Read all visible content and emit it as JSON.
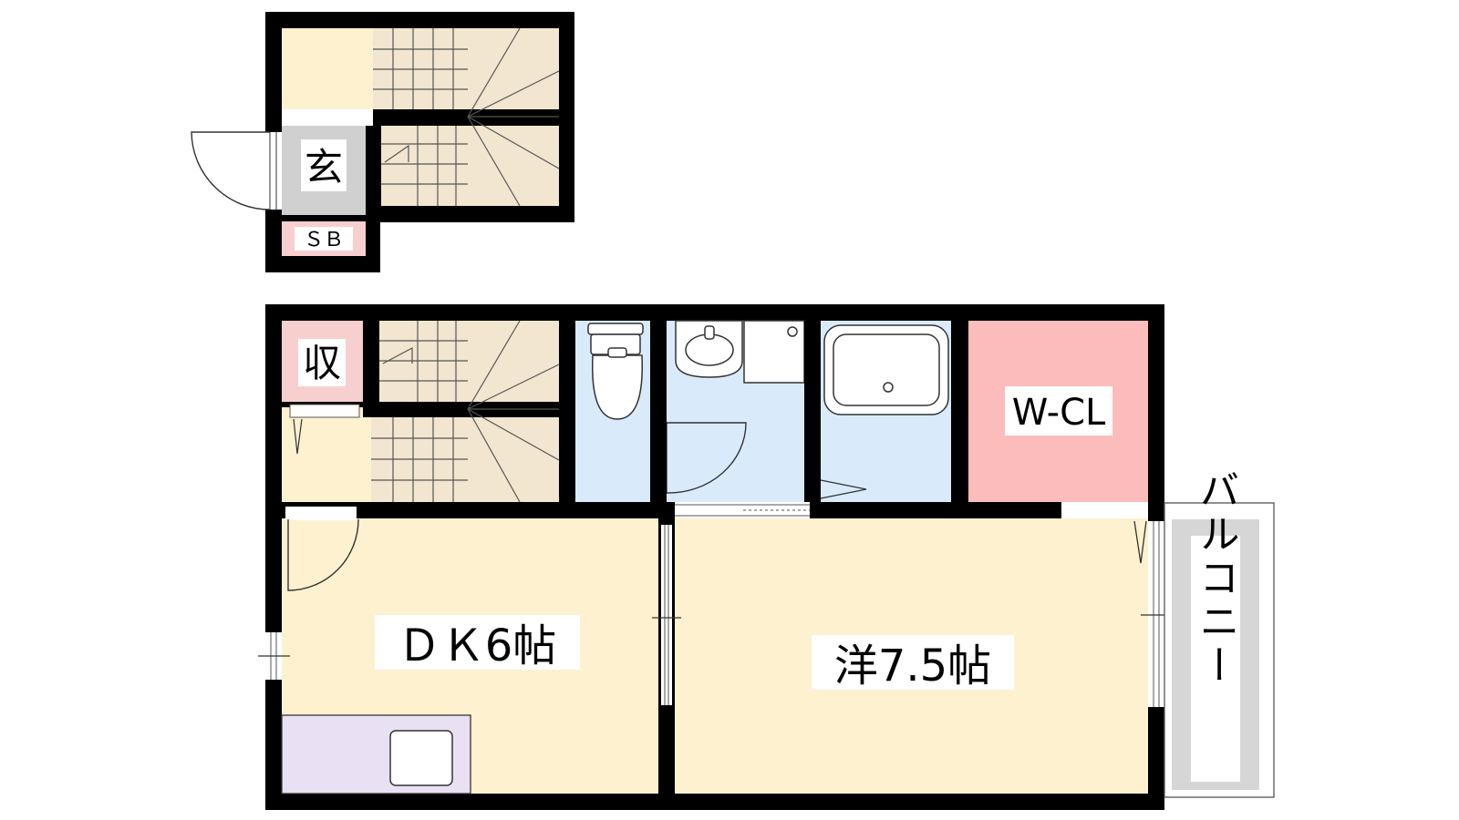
{
  "rooms": {
    "entrance": {
      "label": "玄",
      "color": "#d0d0d0"
    },
    "shoe_box": {
      "label": "ＳＢ",
      "color": "#f8cfcf"
    },
    "storage": {
      "label": "収",
      "color": "#f8cfcf"
    },
    "walk_in_closet": {
      "label": "W-CL",
      "color": "#fcbcbc"
    },
    "dining_kitchen": {
      "label": "ＤＫ6帖",
      "color": "#fdf1cf"
    },
    "western_room": {
      "label": "洋7.5帖",
      "color": "#fdf1cf"
    },
    "balcony": {
      "label": "バルコニー",
      "color": "#d6d6d6"
    }
  },
  "colors": {
    "wall": "#000000",
    "stairs": "#f2e6d0",
    "floor": "#fdf1cf",
    "wet_area": "#d9ebfb",
    "kitchen": "#eae0f4"
  }
}
